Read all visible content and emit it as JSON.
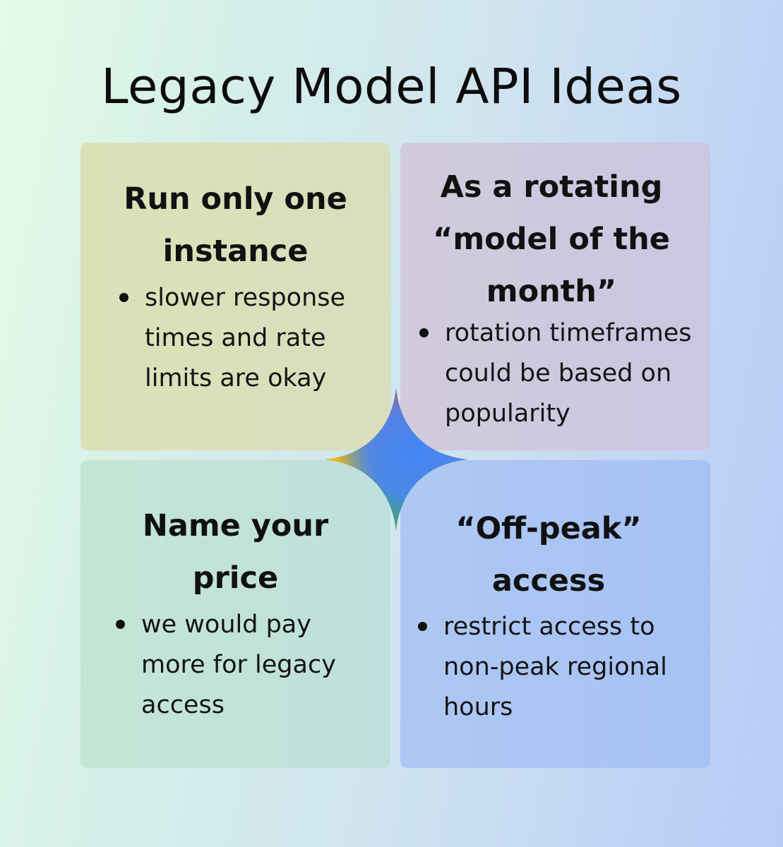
{
  "title": "Legacy Model API Ideas",
  "cards": [
    {
      "heading_lines": [
        "Run only one",
        "instance"
      ],
      "bullets": [
        {
          "lines": [
            "slower response",
            "times and rate",
            "limits are okay"
          ]
        }
      ]
    },
    {
      "heading_lines": [
        "As a rotating",
        "“model of the",
        "month”"
      ],
      "bullets": [
        {
          "lines": [
            "rotation timeframes",
            "could be based on",
            "popularity"
          ]
        }
      ]
    },
    {
      "heading_lines": [
        "Name your",
        "price"
      ],
      "bullets": [
        {
          "lines": [
            "we would pay",
            "more for legacy",
            "access"
          ]
        }
      ]
    },
    {
      "heading_lines": [
        "“Off-peak”",
        "access"
      ],
      "bullets": [
        {
          "lines": [
            "restrict access to",
            "non-peak regional",
            "hours"
          ]
        }
      ]
    }
  ],
  "logo": {
    "icon": "four-point-sparkle-icon",
    "colors": [
      "#ea4335",
      "#4285f4",
      "#34a853",
      "#fbbc05"
    ]
  }
}
